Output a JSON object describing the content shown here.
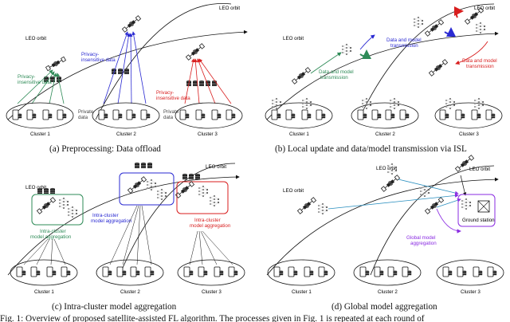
{
  "colors": {
    "green": "#2e8b57",
    "blue": "#2a2ad2",
    "red": "#d81e1e",
    "purple": "#8a2be2",
    "dark": "#111111",
    "grey": "#888888"
  },
  "panel_a": {
    "caption": "(a) Preprocessing: Data offload",
    "leo1": "LEO orbit",
    "leo2": "LEO orbit",
    "green_label": [
      "Privacy-",
      "insensitive data"
    ],
    "blue_label": [
      "Privacy-",
      "insensitive data"
    ],
    "red_label": [
      "Privacy-",
      "insensitive data"
    ],
    "private1": [
      "Private",
      "data"
    ],
    "private2": [
      "Private",
      "data"
    ],
    "clusters": [
      "Cluster 1",
      "Cluster 2",
      "Cluster 3"
    ]
  },
  "panel_b": {
    "caption": "(b) Local update and data/model transmission via ISL",
    "leo1": "LEO orbit",
    "leo2": "LEO orbit",
    "green_label": [
      "Data and model",
      "transmission"
    ],
    "blue_label": [
      "Data and model",
      "transmission"
    ],
    "red_label": [
      "Data and model",
      "transmission"
    ],
    "clusters": [
      "Cluster 1",
      "Cluster 2",
      "Cluster 3"
    ]
  },
  "panel_c": {
    "caption": "(c) Intra-cluster model aggregation",
    "leo1": "LEO orbit",
    "leo2": "LEO orbit",
    "green_label": [
      "Intra-cluster",
      "model aggregation"
    ],
    "blue_label": [
      "Intra-cluster",
      "model aggregation"
    ],
    "red_label": [
      "Intra-cluster",
      "model aggregation"
    ],
    "clusters": [
      "Cluster 1",
      "Cluster 2",
      "Cluster 3"
    ]
  },
  "panel_d": {
    "caption": "(d) Global model aggregation",
    "leo1": "LEO orbit",
    "leo2": "LEO orbit",
    "leo3": "LEO orbit",
    "purple_label": [
      "Global model",
      "aggregation"
    ],
    "ground": "Ground station",
    "clusters": [
      "Cluster 1",
      "Cluster 2",
      "Cluster 3"
    ]
  },
  "footer": "Fig. 1: Overview of proposed satellite-assisted FL algorithm. The processes given in Fig. 1 is repeated at each round of"
}
